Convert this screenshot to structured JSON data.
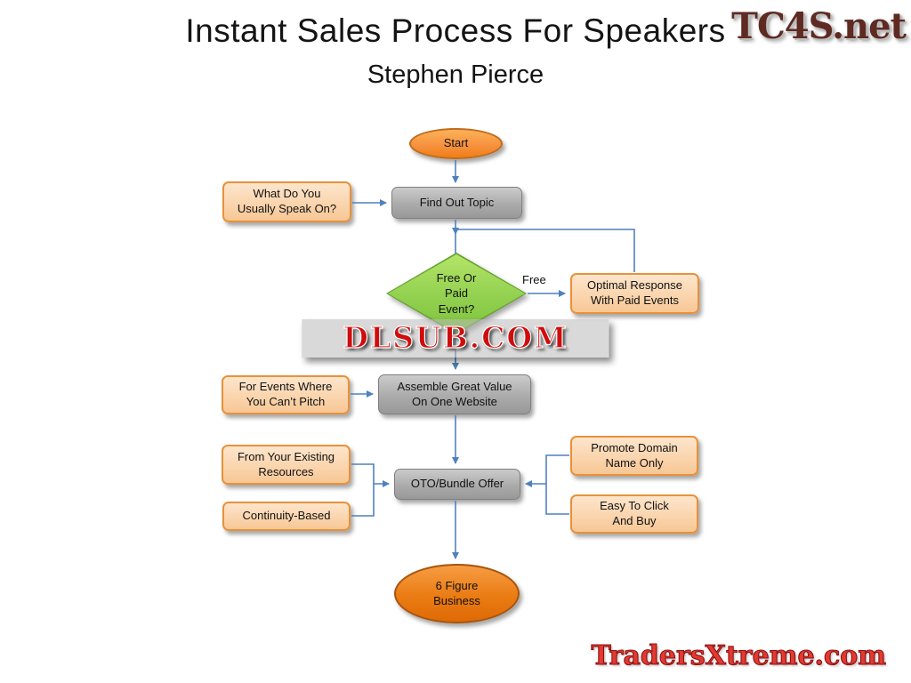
{
  "header": {
    "title": "Instant Sales Process For Speakers",
    "subtitle": "Stephen Pierce"
  },
  "watermarks": {
    "top_right": "TC4S.net",
    "center": "DLSUB.COM",
    "bottom_right": "TradersXtreme.com"
  },
  "flowchart": {
    "start": "Start",
    "what_speak": "What Do You\nUsually Speak On?",
    "find_out_topic": "Find Out Topic",
    "decision": "Free Or\nPaid\nEvent?",
    "free_label": "Free",
    "optimal_response": "Optimal Response\nWith Paid Events",
    "cant_pitch": "For Events Where\nYou Can’t Pitch",
    "assemble": "Assemble Great Value\nOn One Website",
    "existing_resources": "From Your Existing\nResources",
    "continuity": "Continuity-Based",
    "oto": "OTO/Bundle Offer",
    "promote_domain": "Promote Domain\nName Only",
    "easy_click": "Easy To Click\nAnd Buy",
    "six_figure": "6 Figure\nBusiness"
  },
  "colors": {
    "connector_blue": "#4F81BD",
    "terminal_orange": "#F79240",
    "end_orange": "#E06C0A",
    "process_gray": "#A6A6A6",
    "callout_tan": "#FAD5AE",
    "decision_green": "#92D050",
    "watermark_red": "#CF0D0D"
  }
}
